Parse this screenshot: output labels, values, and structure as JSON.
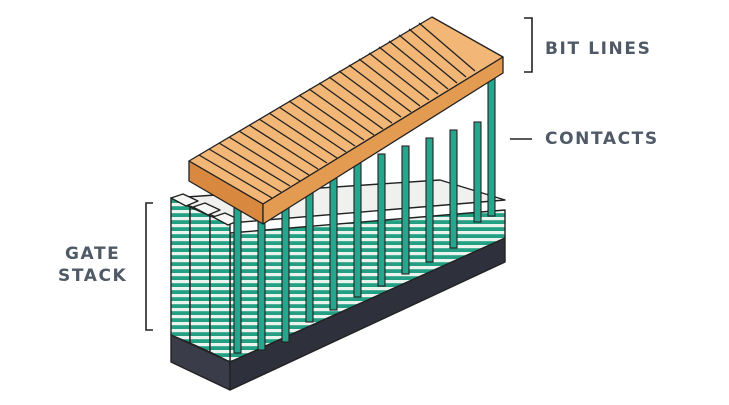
{
  "labels": {
    "bit_lines": "BIT LINES",
    "contacts": "CONTACTS",
    "gate_stack_line1": "GATE",
    "gate_stack_line2": "STACK"
  },
  "colors": {
    "bit_line_top": "#f2b676",
    "bit_line_side": "#e39a51",
    "bit_line_end": "#d9893f",
    "contact": "#27a58d",
    "contact_dark": "#1b7f6c",
    "stack_layer_light": "#e9f4ef",
    "stack_layer_teal": "#23a083",
    "stack_top": "#f0f0ee",
    "substrate": "#3a3d49",
    "outline": "#222222",
    "label_text": "#4f5a66"
  }
}
